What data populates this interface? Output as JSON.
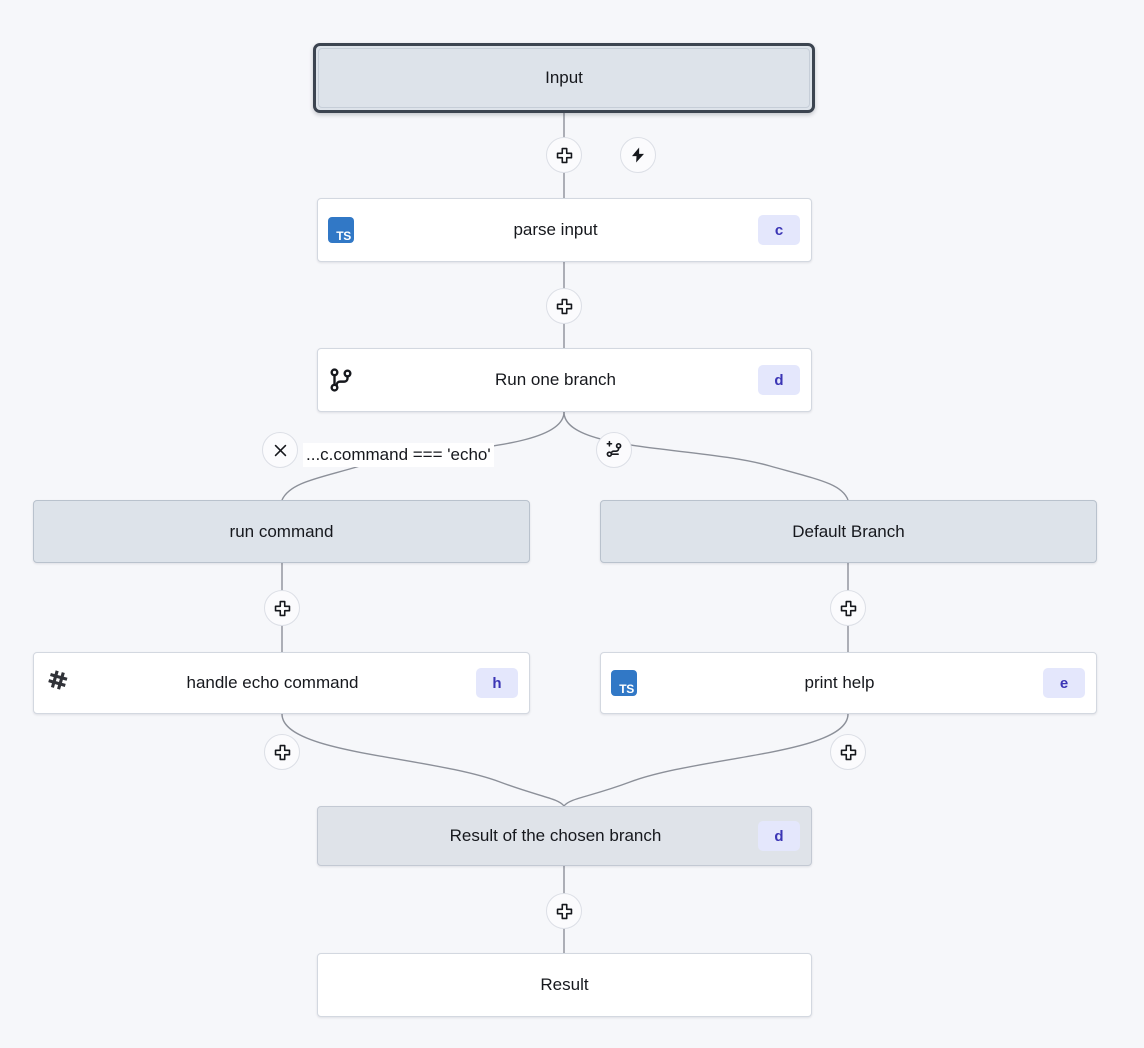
{
  "canvas": {
    "background_color": "#f6f7fa",
    "edge_color": "#8c9099"
  },
  "colors": {
    "node_gray_fill": "#dde3ea",
    "node_white_fill": "#ffffff",
    "selected_border": "#3c4450",
    "badge_bg": "#e4e7fc",
    "badge_text": "#3b35b5",
    "ts_icon_bg": "#3178c6"
  },
  "nodes": {
    "input": {
      "label": "Input",
      "state": "selected"
    },
    "parse_input": {
      "label": "parse input",
      "icon": "typescript-icon",
      "icon_text": "TS",
      "badge": "c"
    },
    "run_one_branch": {
      "label": "Run one branch",
      "icon": "git-branch-icon",
      "badge": "d"
    },
    "branch_condition": {
      "label": "...c.command === 'echo'"
    },
    "run_command": {
      "label": "run command"
    },
    "default_branch": {
      "label": "Default Branch"
    },
    "handle_echo_command": {
      "label": "handle echo command",
      "icon": "flow-icon",
      "badge": "h"
    },
    "print_help": {
      "label": "print help",
      "icon": "typescript-icon",
      "icon_text": "TS",
      "badge": "e"
    },
    "result_of_branch": {
      "label": "Result of the chosen branch",
      "badge": "d"
    },
    "result": {
      "label": "Result"
    }
  },
  "controls": {
    "add_step_icon": "plus-icon",
    "trigger_icon": "lightning-bolt-icon",
    "remove_branch_icon": "close-x-icon",
    "add_branch_icon": "git-branch-plus-icon"
  }
}
